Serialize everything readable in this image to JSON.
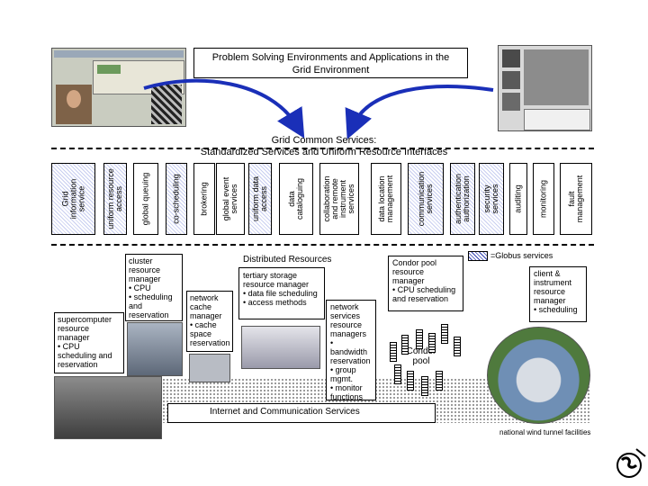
{
  "title": {
    "line1": "Problem Solving Environments and Applications in the",
    "line2": "Grid  Environment"
  },
  "grid_services": {
    "line1": "Grid Common Services:",
    "line2": "Standardized Services and Uniform Resource Interfaces"
  },
  "services": [
    {
      "label": "Grid\ninformation\nservice",
      "globus": true
    },
    {
      "label": "uniform resource\naccess",
      "globus": true
    },
    {
      "label": "global queuing",
      "globus": false
    },
    {
      "label": "co-scheduling",
      "globus": true
    },
    {
      "label": "brokering",
      "globus": false
    },
    {
      "label": "global event\nservices",
      "globus": false
    },
    {
      "label": "uniform data\naccess",
      "globus": true
    },
    {
      "label": "data\ncataloguing",
      "globus": false
    },
    {
      "label": "collaboration\nand remote\ninstrument\nservices",
      "globus": false
    },
    {
      "label": "data location\nmanagement",
      "globus": false
    },
    {
      "label": "communication\nservices",
      "globus": true
    },
    {
      "label": "authentication\nauthorization",
      "globus": true
    },
    {
      "label": "security\nservices",
      "globus": true
    },
    {
      "label": "auditing",
      "globus": false
    },
    {
      "label": "monitoring",
      "globus": false
    },
    {
      "label": "fault\nmanagement",
      "globus": false
    }
  ],
  "globus_legend": "=Globus services",
  "distributed_resources": "Distributed Resources",
  "resources": {
    "cluster": "cluster\nresource\nmanager\n• CPU\n• scheduling\n  and\n  reservation",
    "supercomputer": "supercomputer\nresource\nmanager\n• CPU\n  scheduling and\n  reservation",
    "network_cache": "network\ncache\nmanager\n• cache\n  space\n  reservation",
    "tertiary": "tertiary storage\nresource manager\n• data file scheduling\n• access methods",
    "network_services": "network\nservices\nresource\nmanagers\n• bandwidth\n  reservation\n• group\n  mgmt.\n• monitor\n  functions",
    "condor": "Condor pool\nresource\nmanager\n• CPU scheduling\n  and reservation",
    "condor_pool": "Condor\npool",
    "client": "client &\ninstrument\nresource\nmanager\n• scheduling",
    "wind_tunnel": "national wind tunnel facilities"
  },
  "internet": "Internet and Communication Services"
}
